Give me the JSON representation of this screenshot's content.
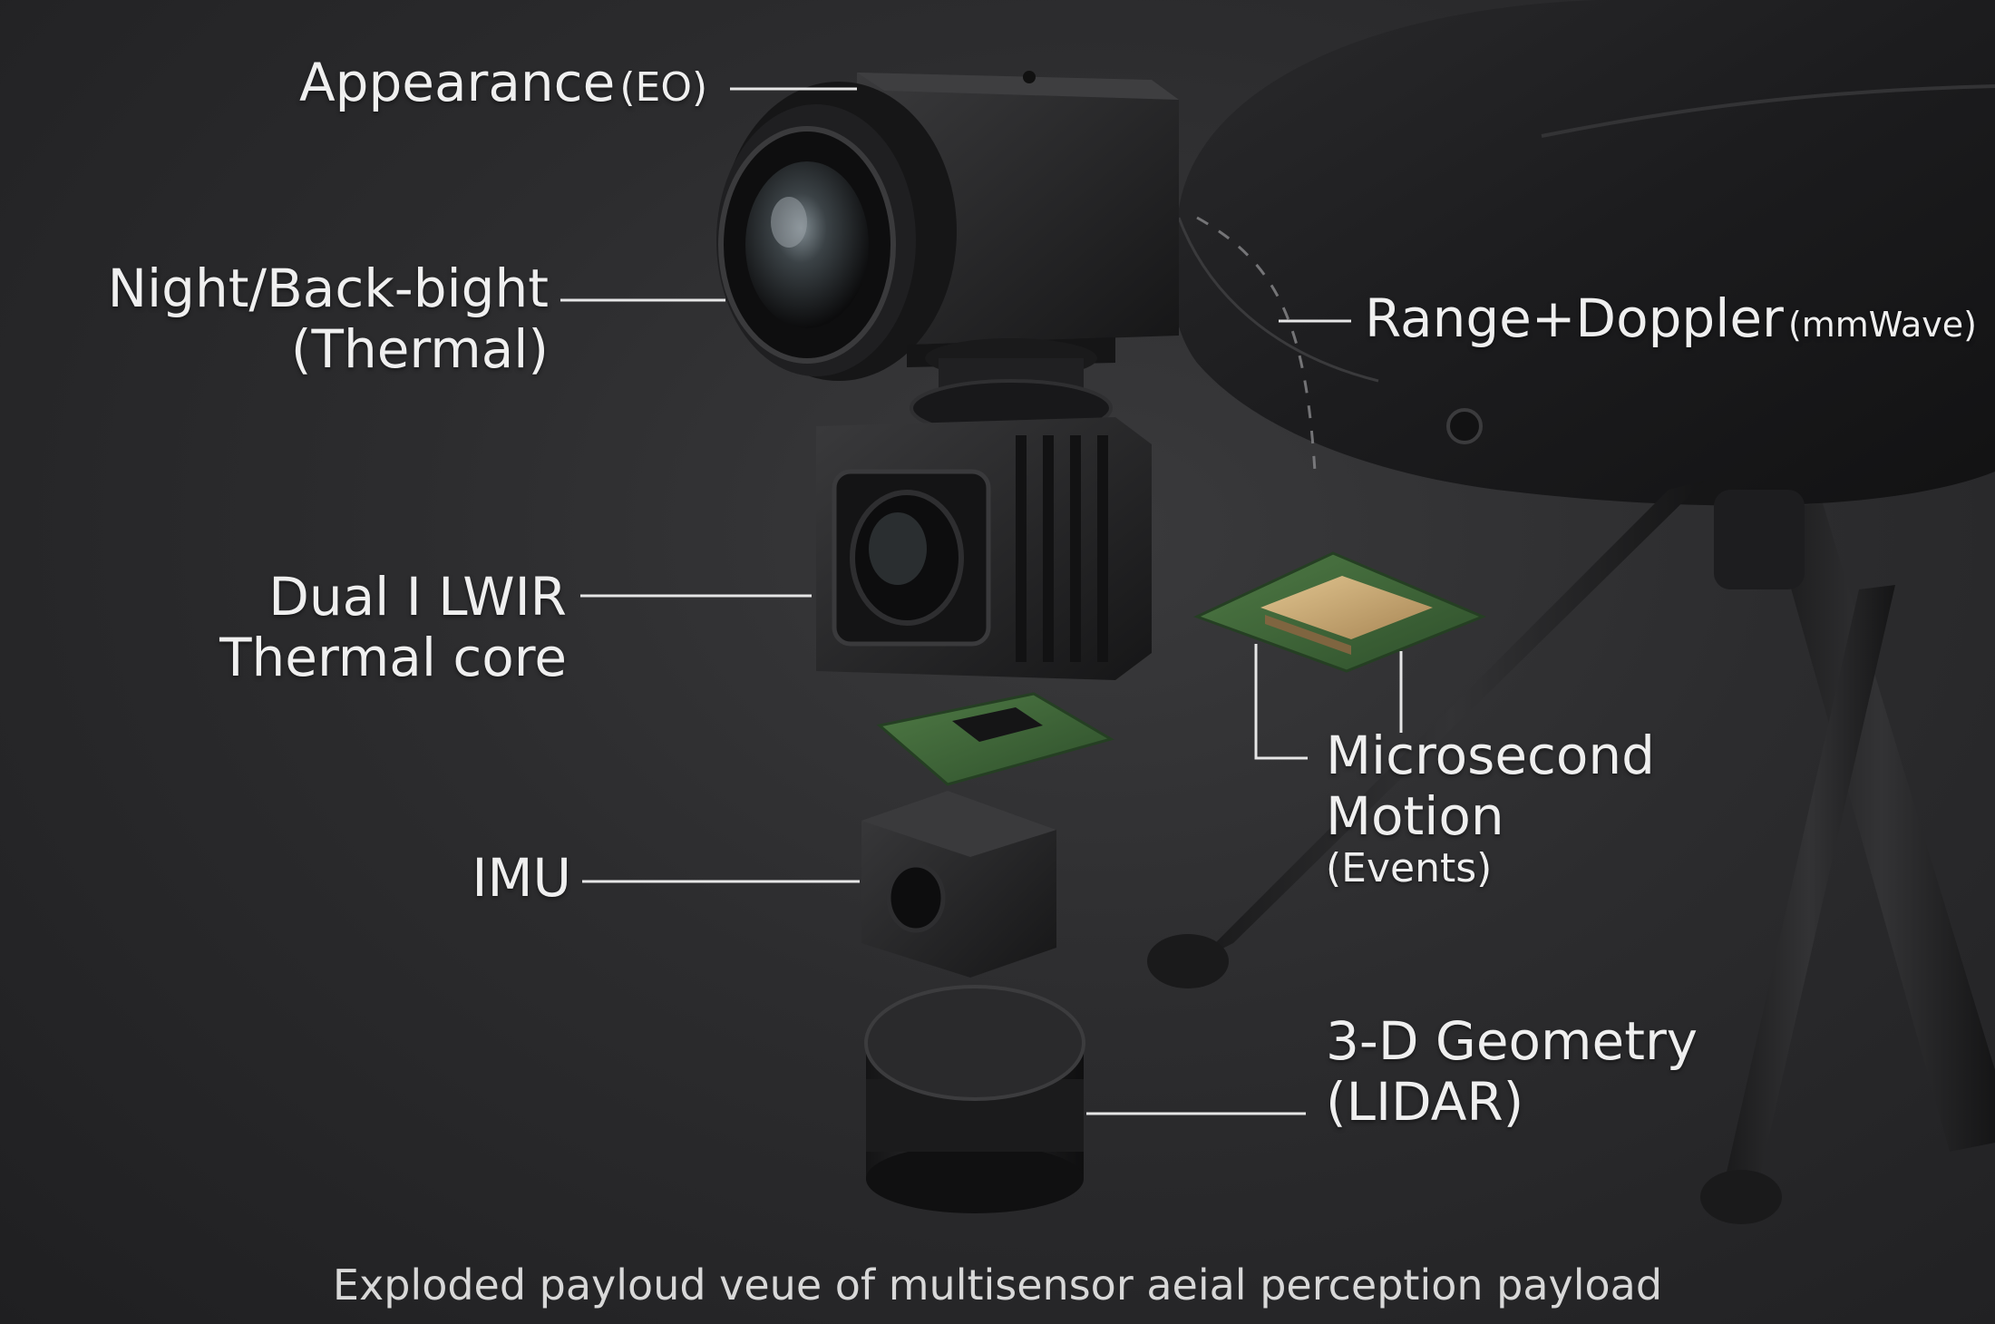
{
  "labels": {
    "appearance": {
      "main": "Appearance",
      "sub": "(EO)"
    },
    "night": {
      "line1": "Night/Back-bight",
      "line2": "(Thermal)"
    },
    "range": {
      "main": "Range+Doppler",
      "sub": "(mmWave)"
    },
    "dual": {
      "line1": "Dual I LWIR",
      "line2": "Thermal core"
    },
    "micro": {
      "line1": "Microsecond",
      "line2": "Motion",
      "line3": "(Events)"
    },
    "imu": {
      "main": "IMU"
    },
    "geometry": {
      "line1": "3-D Geometry",
      "line2": "(LIDAR)"
    }
  },
  "caption": "Exploded payloud veue of multisensor aeial perception payload",
  "colors": {
    "background": "#2c2c2e",
    "leader_line": "#e6e6e6",
    "pcb_green": "#3f6a3a",
    "chip_gold": "#c9a978",
    "body_dark": "#1b1b1d"
  }
}
